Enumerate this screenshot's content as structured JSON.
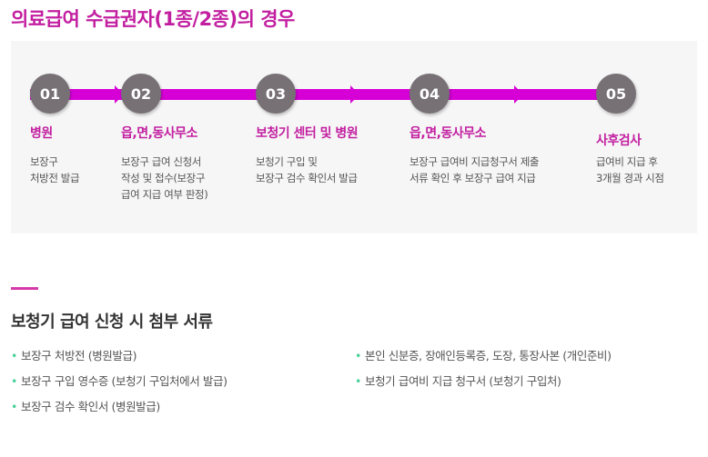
{
  "page": {
    "title": "의료급여 수급권자(1종/2종)의 경우"
  },
  "process": {
    "steps": [
      {
        "number": "01",
        "title": "병원",
        "desc": [
          "보장구",
          "처방전 발급"
        ]
      },
      {
        "number": "02",
        "title": "읍,면,동사무소",
        "desc": [
          "보장구 급여 신청서",
          "작성 및 접수(보장구",
          "급여 지급 여부 판정)"
        ]
      },
      {
        "number": "03",
        "title": "보청기 센터 및 병원",
        "desc": [
          "보청기 구입 및",
          "보장구 검수 확인서 발급"
        ]
      },
      {
        "number": "04",
        "title": "읍,면,동사무소",
        "desc": [
          "보장구 급여비 지급청구서 제출",
          "서류 확인 후 보장구 급여 지급"
        ]
      },
      {
        "number": "05",
        "title": "사후검사",
        "desc": [
          "급여비 지급 후",
          "3개월 경과 시점"
        ]
      }
    ]
  },
  "documents": {
    "title": "보청기 급여 신청 시 첨부 서류",
    "bullet": "•",
    "left": [
      "보장구 처방전 (병원발급)",
      "보장구 구입 영수증 (보청기 구입처에서 발급)",
      "보장구 검수 확인서 (병원발급)"
    ],
    "right": [
      "본인 신분증, 장애인등록증, 도장, 통장사본 (개인준비)",
      "보청기 급여비 지급 청구서 (보청기 구입처)"
    ]
  },
  "colors": {
    "accent": "#c21fa0",
    "bar": "#d600d6",
    "circle": "#777175",
    "bullet": "#4ccf9a",
    "panel": "#f6f6f6"
  }
}
